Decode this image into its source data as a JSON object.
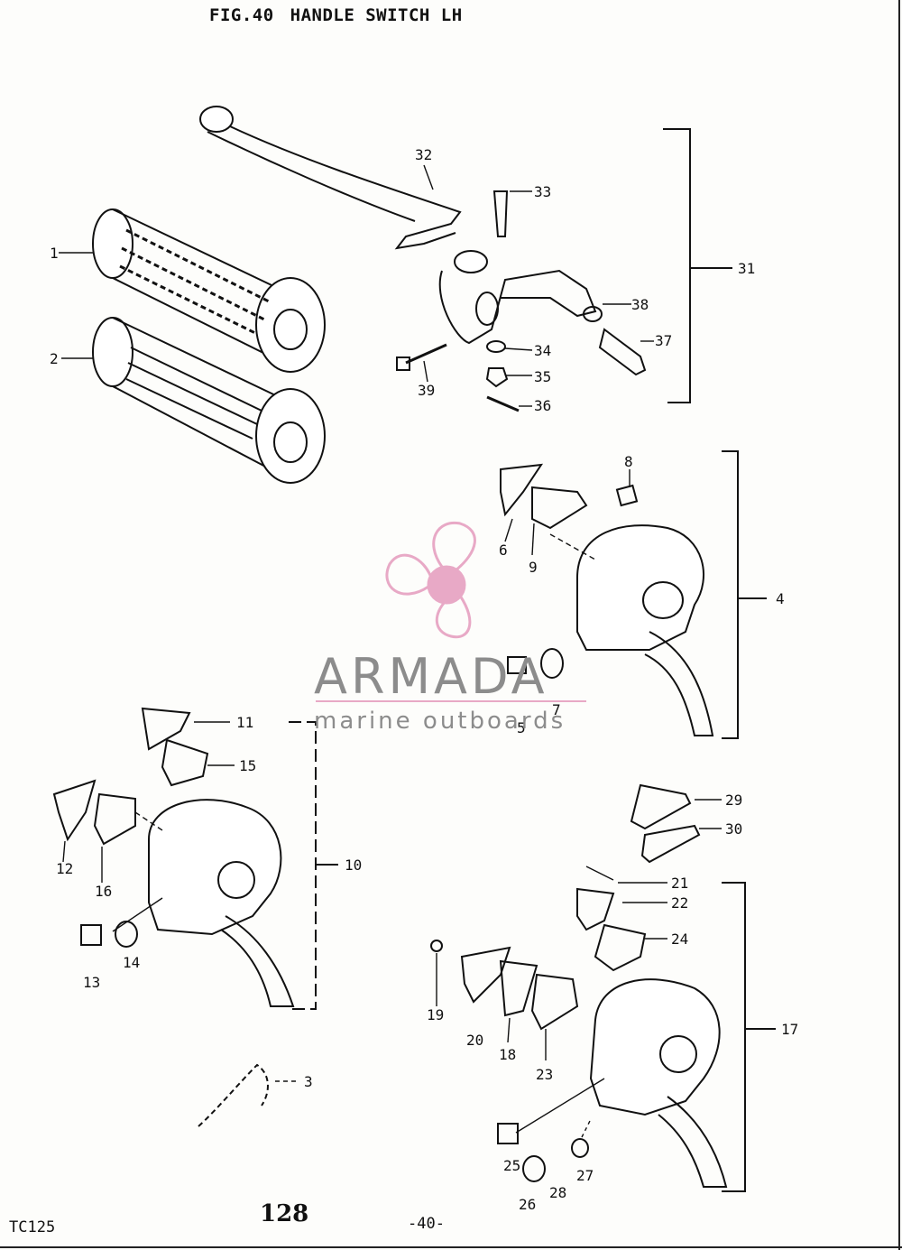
{
  "title": {
    "fig": "FIG.40",
    "name": "HANDLE SWITCH LH"
  },
  "footer": {
    "model": "TC125",
    "page_number": "128",
    "sub_page": "-40-"
  },
  "watermark": {
    "name": "ARMADA",
    "subtitle": "marine outboards",
    "accent_color": "#e8a9c6",
    "text_color": "#8c8c8c"
  },
  "part_labels": [
    "1",
    "2",
    "3",
    "4",
    "5",
    "6",
    "7",
    "8",
    "9",
    "10",
    "11",
    "12",
    "13",
    "14",
    "15",
    "16",
    "17",
    "18",
    "19",
    "20",
    "21",
    "22",
    "23",
    "24",
    "25",
    "26",
    "27",
    "28",
    "29",
    "30",
    "31",
    "32",
    "33",
    "34",
    "35",
    "36",
    "37",
    "38",
    "39"
  ]
}
